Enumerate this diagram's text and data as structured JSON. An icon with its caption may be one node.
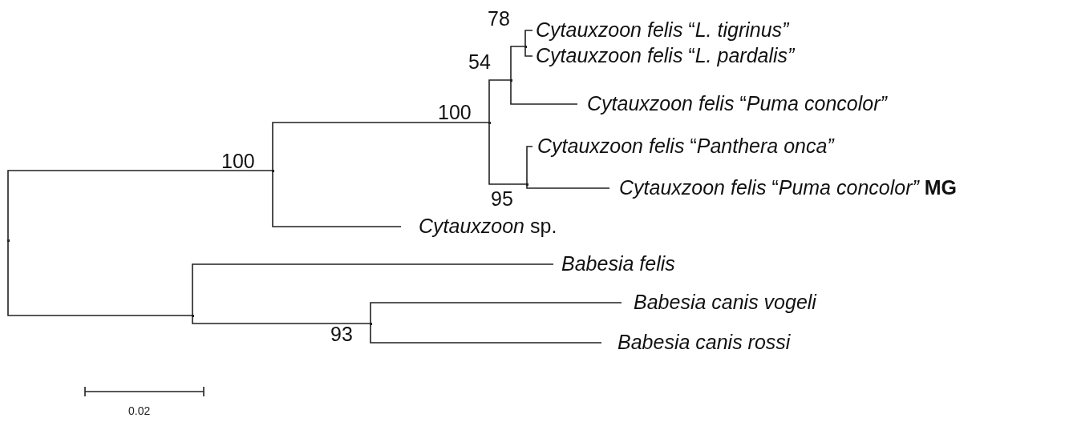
{
  "diagram": {
    "nodes": [
      {
        "text": [],
        "shape": "point"
      },
      {
        "text": [],
        "shape": "point",
        "beside": [
          "100"
        ]
      },
      {
        "text": [],
        "shape": "point",
        "beside": [
          "100"
        ]
      },
      {
        "text": [],
        "shape": "point",
        "beside": [
          "54"
        ]
      },
      {
        "text": [],
        "shape": "point",
        "beside": [
          "78"
        ]
      },
      {
        "text": [
          "*Cytauxzoon felis* “*L. tigrinus”*"
        ]
      },
      {
        "text": [
          "*Cytauxzoon felis* “*L. pardalis”*"
        ]
      },
      {
        "text": [
          "*Cytauxzoon felis* “*Puma concolor”*"
        ]
      },
      {
        "text": [],
        "shape": "point",
        "beside": [
          "95"
        ]
      },
      {
        "text": [
          "*Cytauxzoon felis* “*Panthera onca”*"
        ]
      },
      {
        "text": [
          "*Cytauxzoon felis* “*Puma concolor”* **MG**"
        ]
      },
      {
        "text": [
          "*Cytauxzoon* sp."
        ]
      },
      {
        "text": [],
        "shape": "point"
      },
      {
        "text": [
          "*Babesia felis*"
        ]
      },
      {
        "text": [],
        "shape": "point",
        "beside": [
          "93"
        ]
      },
      {
        "text": [
          "*Babesia canis vogeli*"
        ]
      },
      {
        "text": [
          "*Babesia canis rossi*"
        ]
      }
    ],
    "edges": [
      {
        "from": 0,
        "to": 1,
        "arrow": "none"
      },
      {
        "from": 1,
        "to": 2,
        "arrow": "none"
      },
      {
        "from": 2,
        "to": 3,
        "arrow": "none"
      },
      {
        "from": 3,
        "to": 4,
        "arrow": "none"
      },
      {
        "from": 4,
        "to": 5,
        "arrow": "none"
      },
      {
        "from": 4,
        "to": 6,
        "arrow": "none"
      },
      {
        "from": 3,
        "to": 7,
        "arrow": "none"
      },
      {
        "from": 2,
        "to": 8,
        "arrow": "none"
      },
      {
        "from": 8,
        "to": 9,
        "arrow": "none"
      },
      {
        "from": 8,
        "to": 10,
        "arrow": "none"
      },
      {
        "from": 1,
        "to": 11,
        "arrow": "none"
      },
      {
        "from": 0,
        "to": 12,
        "arrow": "none"
      },
      {
        "from": 12,
        "to": 13,
        "arrow": "none"
      },
      {
        "from": 12,
        "to": 14,
        "arrow": "none"
      },
      {
        "from": 14,
        "to": 15,
        "arrow": "none"
      },
      {
        "from": 14,
        "to": 16,
        "arrow": "none"
      }
    ],
    "labels": [
      "0.02"
    ]
  }
}
